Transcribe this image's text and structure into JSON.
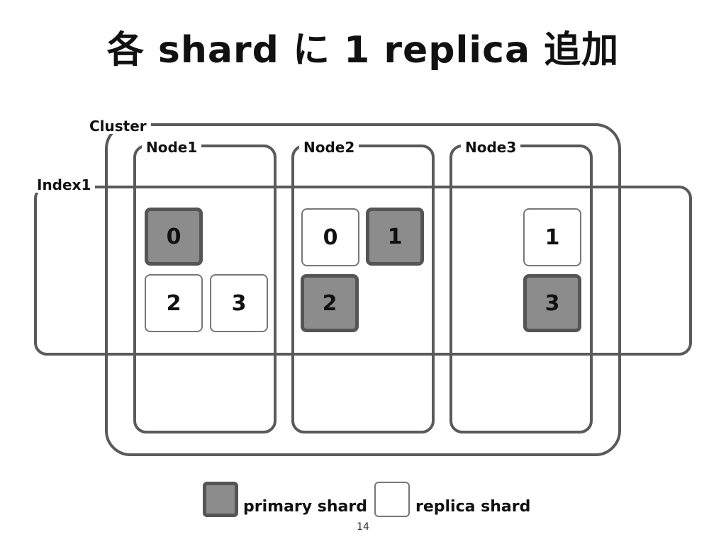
{
  "title": "各 shard に 1 replica 追加",
  "cluster": {
    "label": "Cluster"
  },
  "index": {
    "label": "Index1"
  },
  "nodes": [
    {
      "label": "Node1"
    },
    {
      "label": "Node2"
    },
    {
      "label": "Node3"
    }
  ],
  "shards": [
    {
      "node": "Node1",
      "value": "0",
      "type": "primary"
    },
    {
      "node": "Node1",
      "value": "2",
      "type": "replica"
    },
    {
      "node": "Node1",
      "value": "3",
      "type": "replica"
    },
    {
      "node": "Node2",
      "value": "0",
      "type": "replica"
    },
    {
      "node": "Node2",
      "value": "1",
      "type": "primary"
    },
    {
      "node": "Node2",
      "value": "2",
      "type": "primary"
    },
    {
      "node": "Node3",
      "value": "1",
      "type": "replica"
    },
    {
      "node": "Node3",
      "value": "3",
      "type": "primary"
    }
  ],
  "legend": {
    "primary_label": "primary shard",
    "replica_label": "replica shard"
  },
  "colors": {
    "primary_fill": "#8c8c8c",
    "primary_border": "#555555",
    "replica_fill": "#ffffff",
    "outline": "#5a5a5a"
  },
  "page_number": "14"
}
